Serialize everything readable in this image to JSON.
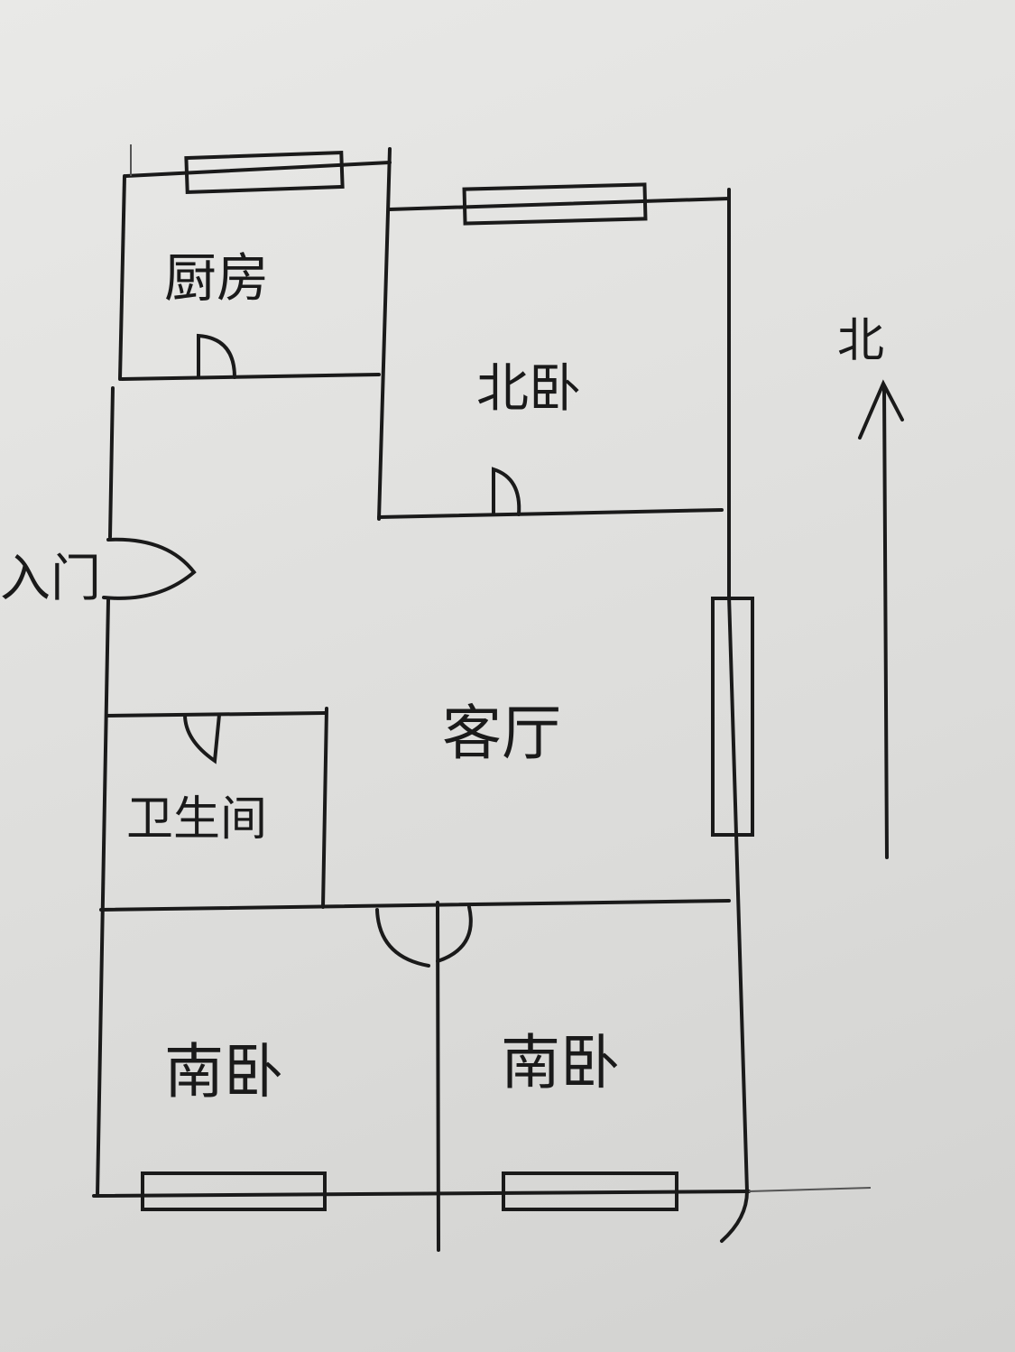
{
  "diagram": {
    "type": "hand-drawn floor plan",
    "rooms": {
      "kitchen": "厨房",
      "north_bedroom": "北卧",
      "entrance": "入门",
      "living_room": "客厅",
      "bathroom": "卫生间",
      "south_bedroom_1": "南卧",
      "south_bedroom_2": "南卧"
    },
    "compass": {
      "label": "北"
    },
    "ink_color": "#1a1a1a",
    "paper_color": "#e2e2e0"
  }
}
